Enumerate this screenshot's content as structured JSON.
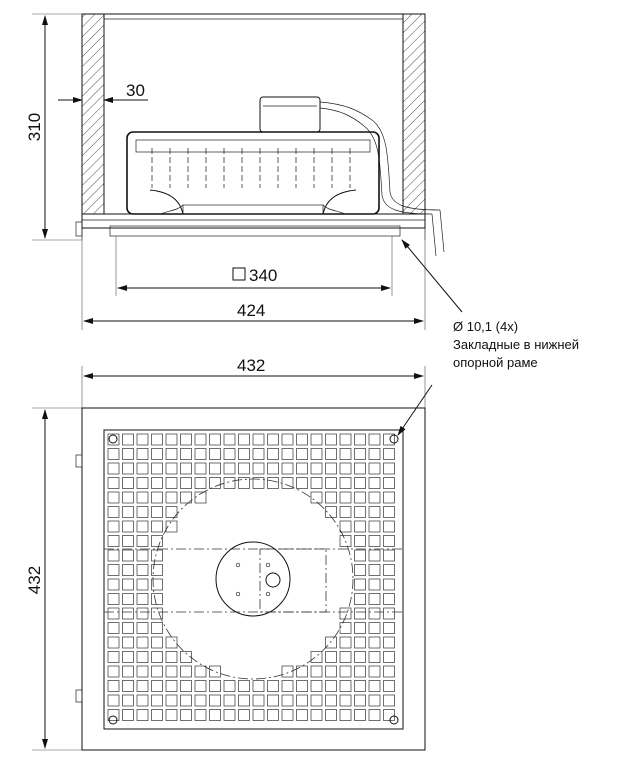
{
  "dimensions": {
    "height_side": "310",
    "wall_thickness": "30",
    "inner_square": "340",
    "frame_width_side": "424",
    "width_top": "432",
    "height_top": "432"
  },
  "note": {
    "hole": "Ø 10,1 (4x)",
    "line1": "Закладные в нижней",
    "line2": "опорной раме"
  }
}
